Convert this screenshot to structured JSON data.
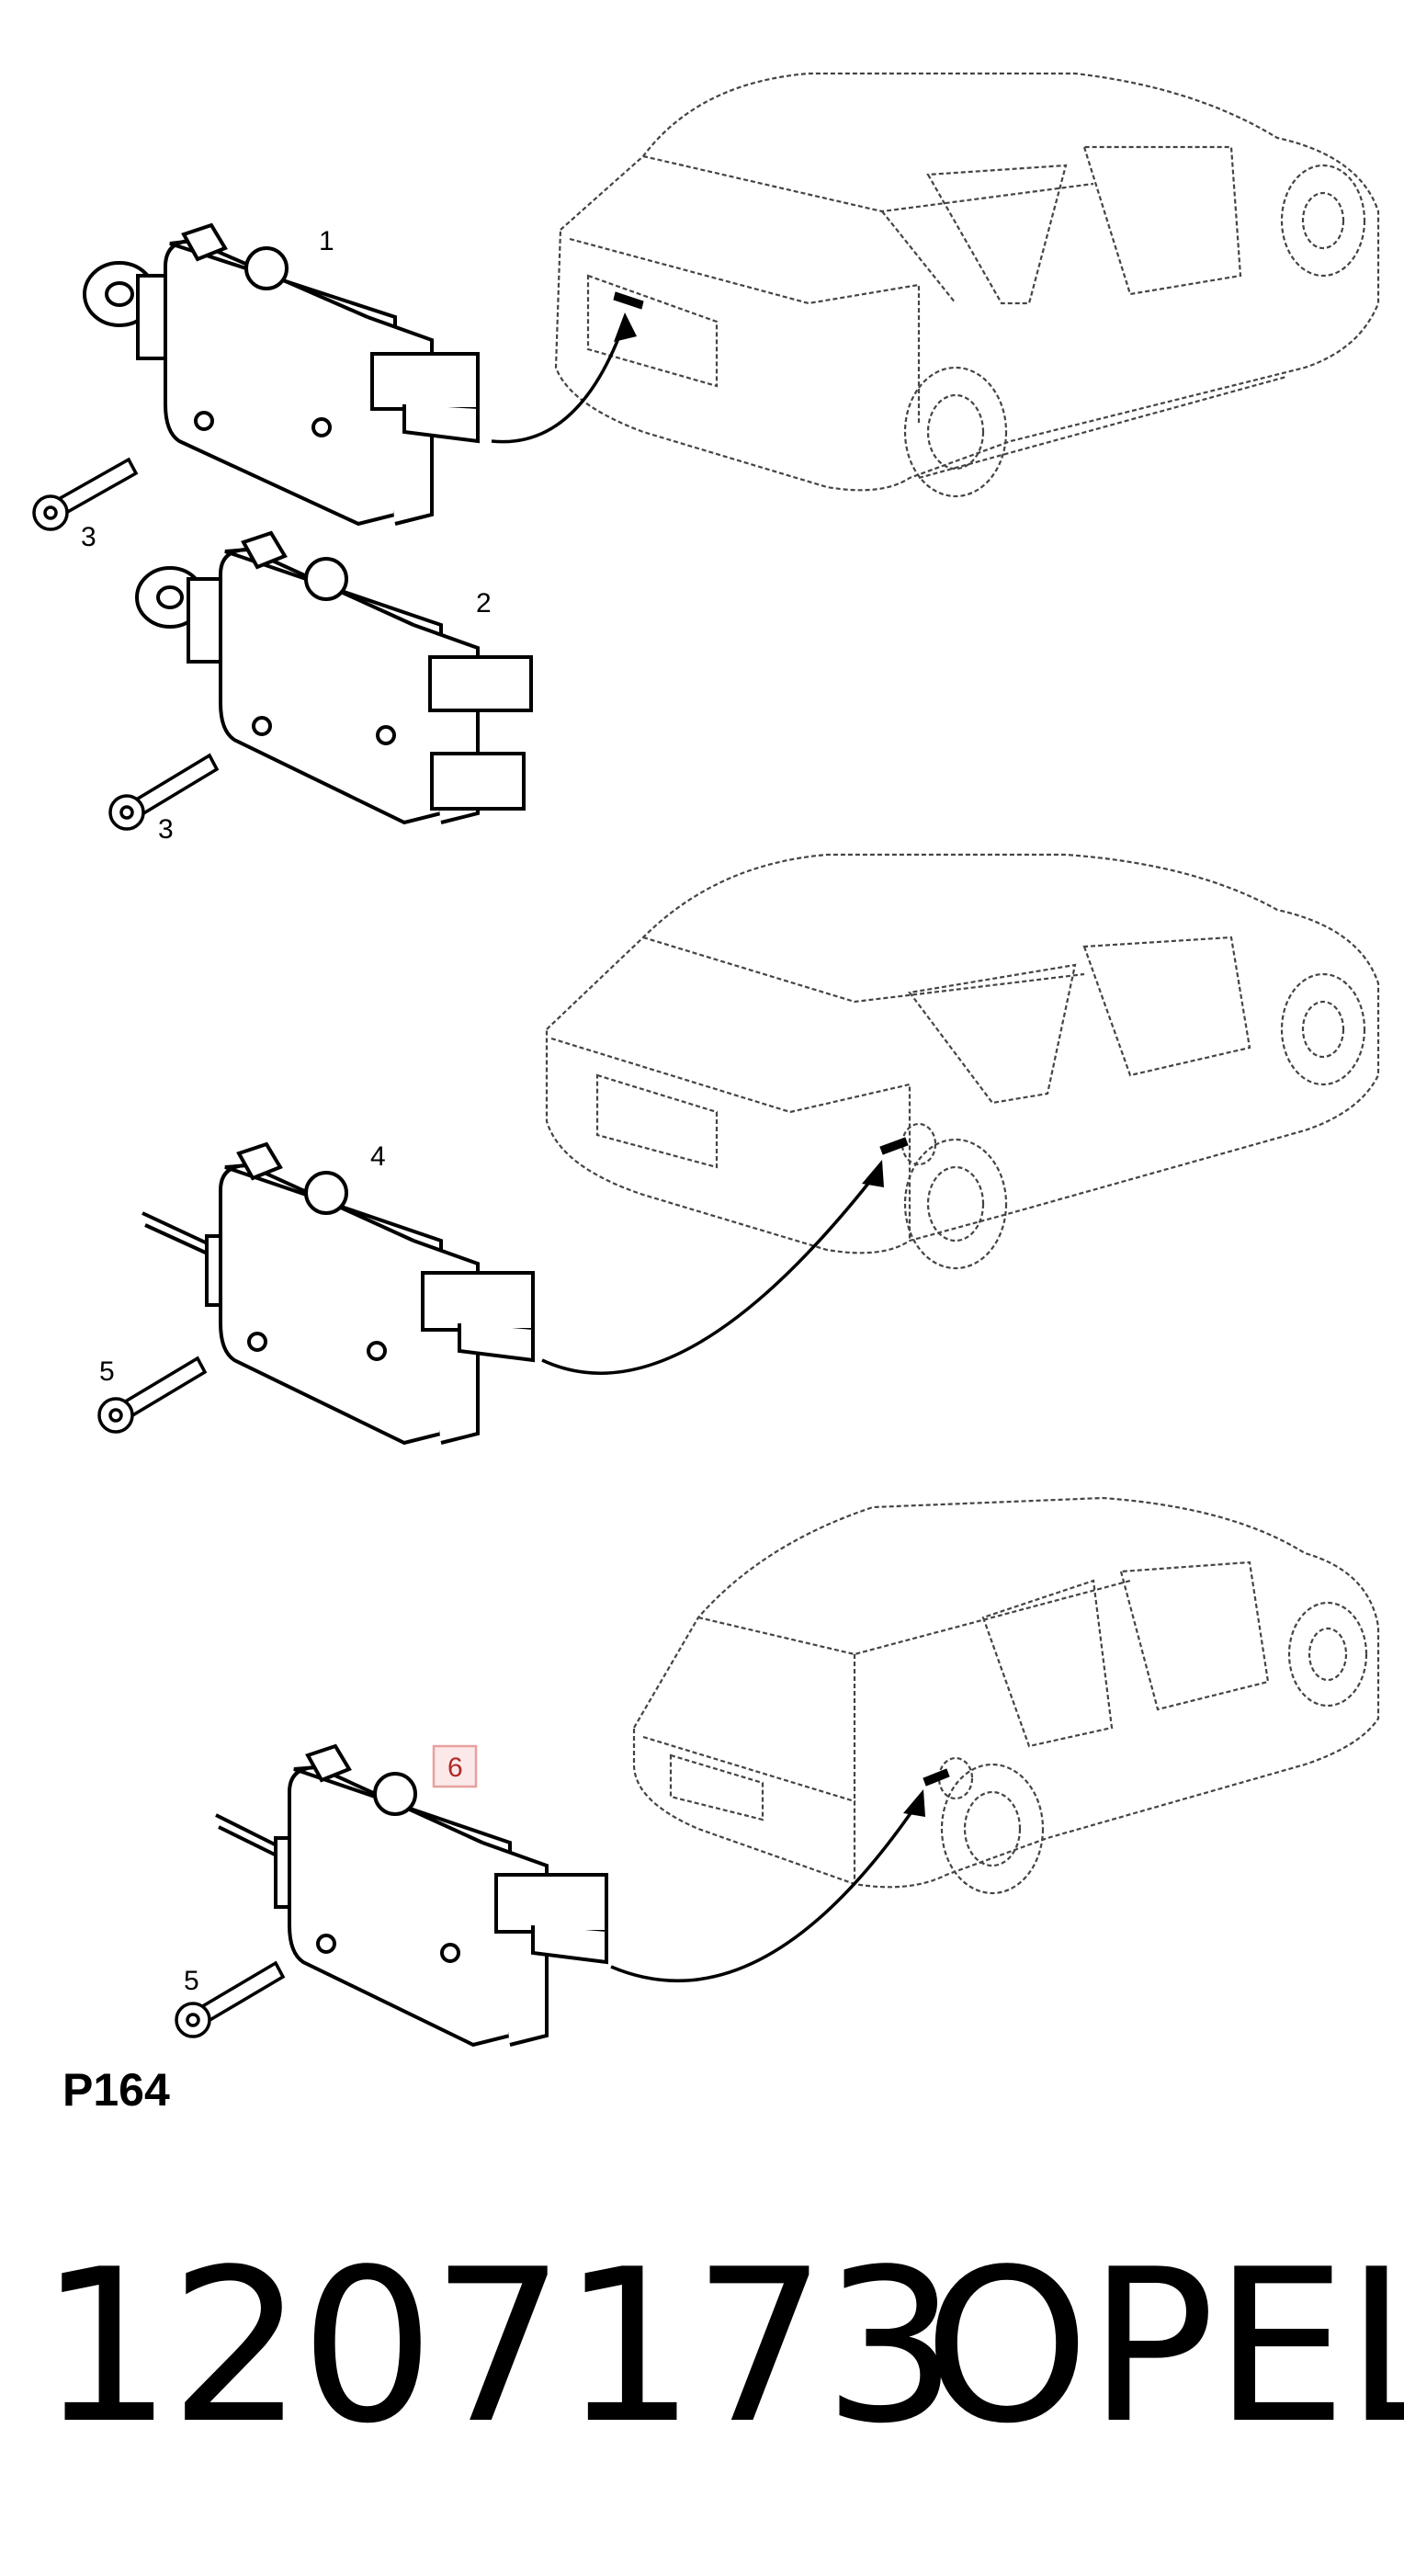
{
  "callouts": [
    "1",
    "2",
    "3",
    "3",
    "4",
    "5",
    "5",
    "6"
  ],
  "highlight_color": "#e8a0a0",
  "page_code": "P164",
  "part_number": "1207173",
  "brand": "OPEL"
}
